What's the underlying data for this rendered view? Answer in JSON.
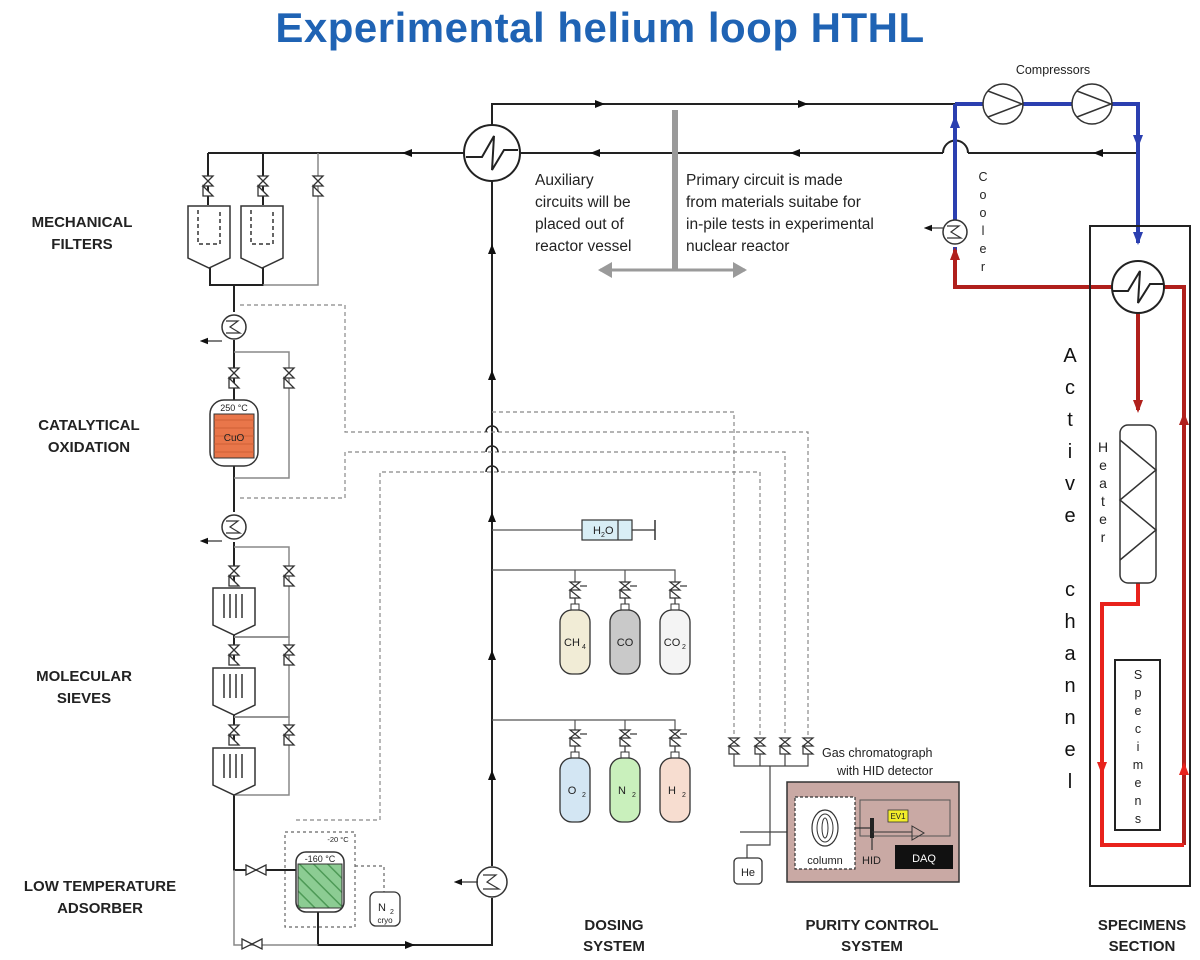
{
  "title": "Experimental helium loop HTHL",
  "labels": {
    "compressors": "Compressors",
    "mechanical_filters": [
      "MECHANICAL",
      "FILTERS"
    ],
    "catalytical_oxidation": [
      "CATALYTICAL",
      "OXIDATION"
    ],
    "molecular_sieves": [
      "MOLECULAR",
      "SIEVES"
    ],
    "low_temp_adsorber": [
      "LOW TEMPERATURE",
      "ADSORBER"
    ],
    "dosing_system": [
      "DOSING",
      "SYSTEM"
    ],
    "purity_control": [
      "PURITY CONTROL",
      "SYSTEM"
    ],
    "specimens_section": [
      "SPECIMENS",
      "SECTION"
    ],
    "gas_chromatograph": [
      "Gas chromatograph",
      "with HID detector"
    ],
    "column": "column",
    "hid": "HID",
    "daq": "DAQ",
    "ev1": "EV1",
    "he": "He",
    "n2_cryo": [
      "N",
      "2",
      "cryo"
    ],
    "cuo": "CuO",
    "temp_250": "250 °C",
    "temp_minus160": "-160 °C",
    "temp_minus20": "-20 °C",
    "h2o": [
      "H",
      "2",
      "O"
    ]
  },
  "notes": {
    "auxiliary": [
      "Auxiliary",
      "circuits will be",
      "placed out of",
      "reactor vessel"
    ],
    "primary": [
      "Primary circuit is made",
      "from materials suitabe for",
      "in-pile tests in experimental",
      "nuclear reactor"
    ]
  },
  "vertical_labels": {
    "active_channel": [
      "A",
      "c",
      "t",
      "i",
      "v",
      "e",
      "c",
      "h",
      "a",
      "n",
      "n",
      "e",
      "l"
    ],
    "heater": [
      "H",
      "e",
      "a",
      "t",
      "e",
      "r"
    ],
    "cooler": [
      "C",
      "o",
      "o",
      "l",
      "e",
      "r"
    ],
    "specimens": [
      "S",
      "p",
      "e",
      "c",
      "i",
      "m",
      "e",
      "n",
      "s"
    ]
  },
  "gas_cylinders_top": [
    {
      "base": "CH",
      "sub": "4",
      "color": "#f1ecd6"
    },
    {
      "base": "CO",
      "sub": "",
      "color": "#c9c9c9"
    },
    {
      "base": "CO",
      "sub": "2",
      "color": "#f4f4f4"
    }
  ],
  "gas_cylinders_bottom": [
    {
      "base": "O",
      "sub": "2",
      "color": "#d3e6f3"
    },
    {
      "base": "N",
      "sub": "2",
      "color": "#c9f0bc"
    },
    {
      "base": "H",
      "sub": "2",
      "color": "#f7ddd0"
    }
  ],
  "colors": {
    "title": "#1f63b4",
    "cold_line": "#2b3fb0",
    "hot_line": "#b0201c",
    "heater_loop": "#e8221c",
    "cuo": "#e9764a",
    "adsorber": "#7fbf86",
    "pcs_box": "#c9a9a4",
    "ev1": "#f2ec2a"
  }
}
